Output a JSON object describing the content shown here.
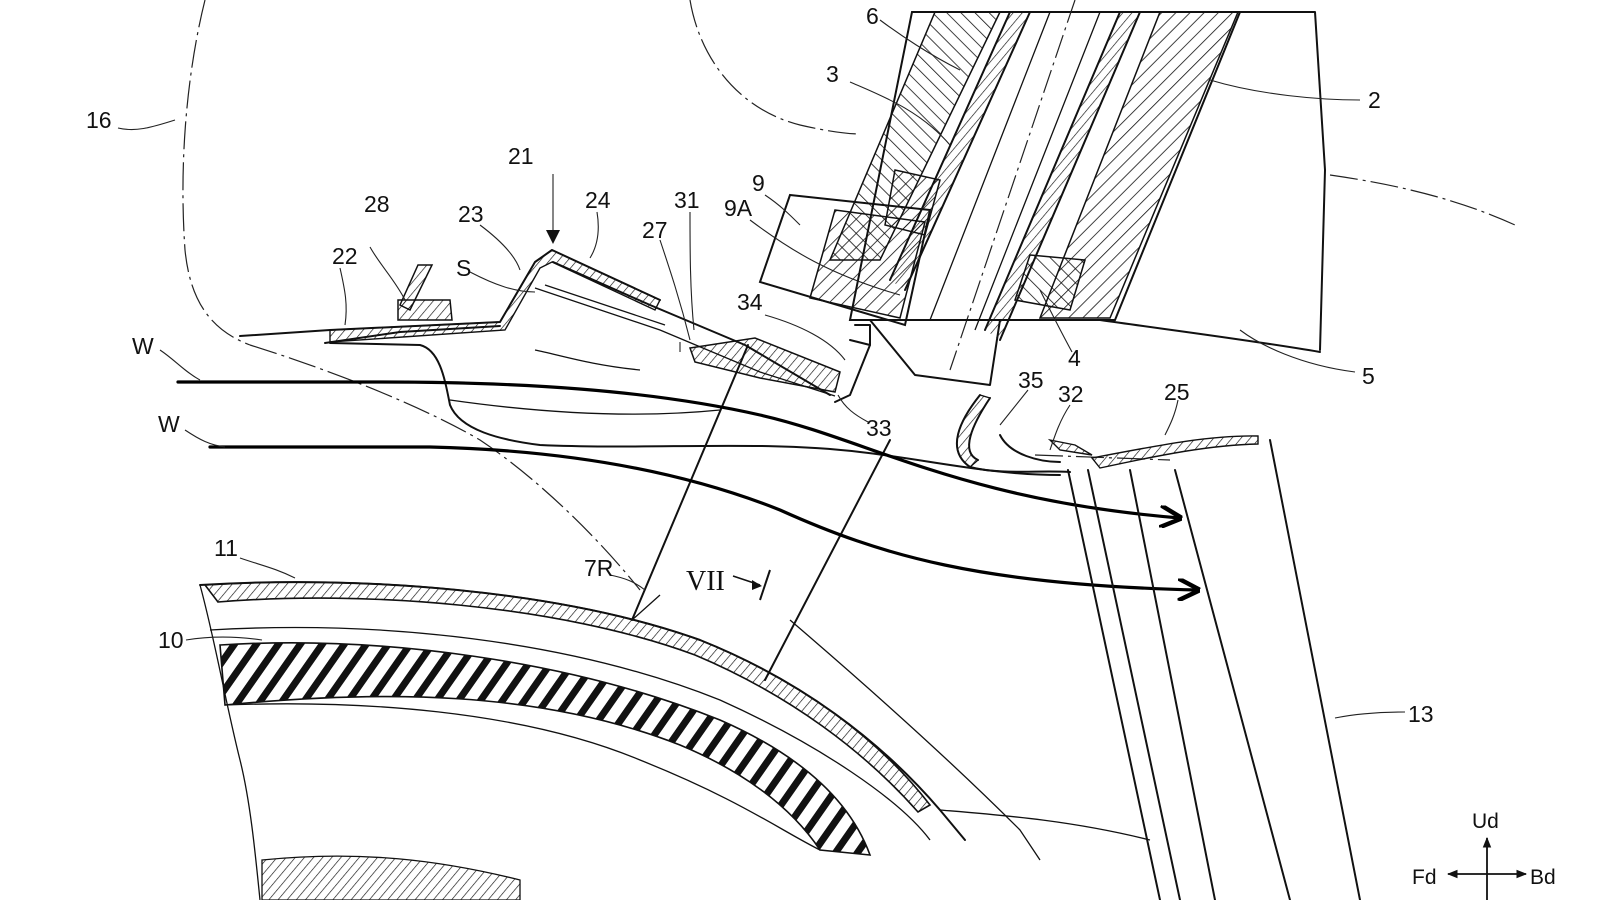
{
  "figure": {
    "labels": {
      "l2": "2",
      "l3": "3",
      "l4": "4",
      "l5": "5",
      "l6": "6",
      "l9": "9",
      "l9a": "9A",
      "l10": "10",
      "l11": "11",
      "l13": "13",
      "l16": "16",
      "l21": "21",
      "l22": "22",
      "l23": "23",
      "l24": "24",
      "l25": "25",
      "l27": "27",
      "l28": "28",
      "l31": "31",
      "l32": "32",
      "l33": "33",
      "l34": "34",
      "l35": "35",
      "ls": "S",
      "lw1": "W",
      "lw2": "W",
      "l7r": "7R",
      "section": "VII"
    },
    "directions": {
      "up": "Ud",
      "front": "Fd",
      "back": "Bd"
    }
  }
}
